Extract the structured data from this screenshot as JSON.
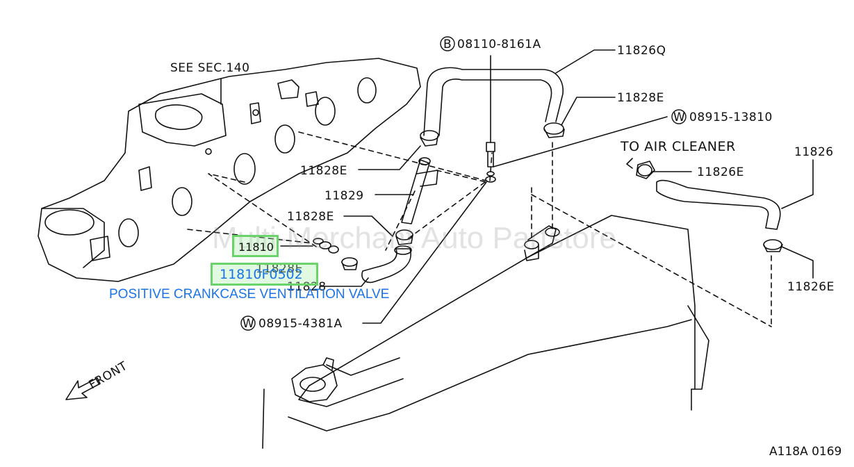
{
  "labels": {
    "see_sec": "SEE SEC.140",
    "bolt_b": "08110-8161A",
    "bolt_b_marker": "B",
    "hose_q": "11826Q",
    "clamp_e_top": "11828E",
    "washer_w_top": "08915-13810",
    "washer_w_marker": "W",
    "to_air_cleaner": "TO AIR CLEANER",
    "hose_main": "11826",
    "clamp_11826e_top": "11826E",
    "clamp_11828e_mid": "11828E",
    "tube_11829": "11829",
    "clamp_11828e_low": "11828E",
    "clamp_11828e_lower": "11828E",
    "hose_11828": "11828",
    "clamp_11826e_right": "11826E",
    "washer_w_bottom": "08915-4381A",
    "front": "FRONT"
  },
  "hotspots": {
    "part_11810": "11810",
    "part_11810f0502": "11810F0502"
  },
  "caption": "POSITIVE CRANKCASE VENTILATION VALVE",
  "watermark": "Multi-Merchant Auto Partstore",
  "figure_ref": "A118A 0169",
  "colors": {
    "link": "#1a73e8",
    "highlight": "#6ad36a",
    "line": "#111111"
  }
}
